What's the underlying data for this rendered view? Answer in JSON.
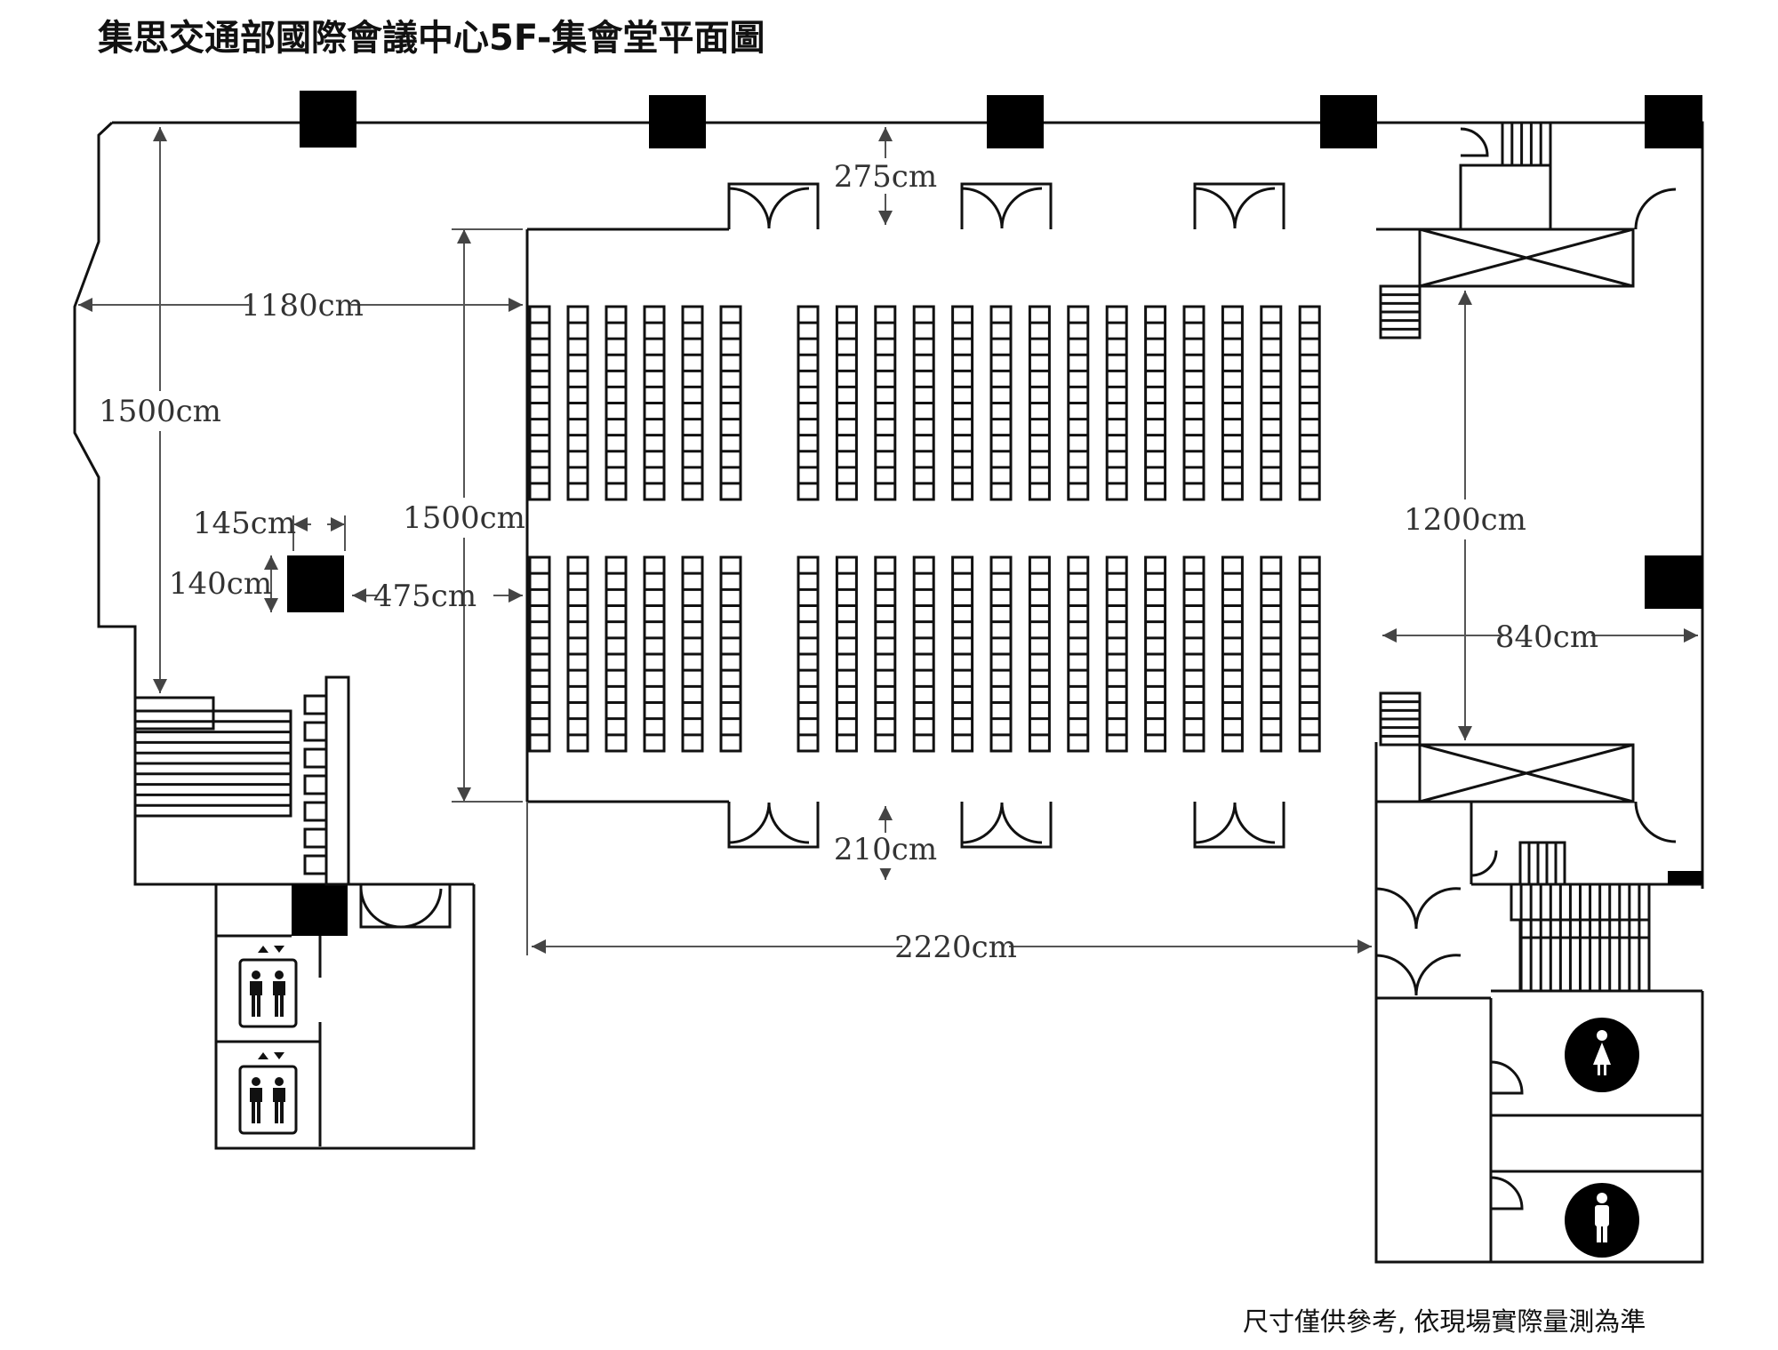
{
  "title": "集思交通部國際會議中心5F-集會堂平面圖",
  "note": "尺寸僅供參考, 依現場實際量測為準",
  "dimensions": {
    "top_aisle": "275cm",
    "hall_front_depth": "1180cm",
    "hall_front_width": "1500cm",
    "column_width": "145cm",
    "column_depth": "140cm",
    "column_to_seating": "475cm",
    "seating_width": "1500cm",
    "stage_width": "1200cm",
    "stage_depth": "840cm",
    "bottom_aisle": "210cm",
    "seating_length": "2220cm"
  },
  "icons": {
    "elevator_1": "elevator-icon",
    "elevator_2": "elevator-icon",
    "women_restroom": "female-restroom-icon",
    "men_restroom": "male-restroom-icon"
  },
  "colors": {
    "line": "#111111",
    "dim_line": "#555555",
    "fill": "#000000"
  }
}
